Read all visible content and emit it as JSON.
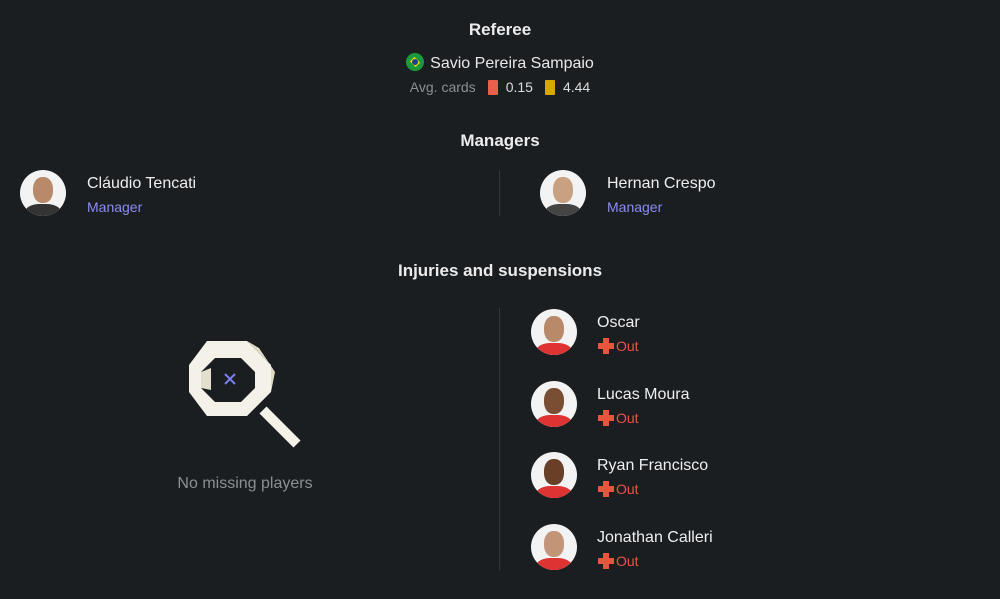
{
  "referee": {
    "title": "Referee",
    "name": "Savio Pereira Sampaio",
    "avg_label": "Avg. cards",
    "red": "0.15",
    "yellow": "4.44",
    "red_color": "#e8604c",
    "yellow_color": "#d9a800"
  },
  "managers": {
    "title": "Managers",
    "home": {
      "name": "Cláudio Tencati",
      "role": "Manager"
    },
    "away": {
      "name": "Hernan Crespo",
      "role": "Manager"
    }
  },
  "injuries": {
    "title": "Injuries and suspensions",
    "home_empty": "No missing players",
    "away": [
      {
        "name": "Oscar",
        "status": "Out"
      },
      {
        "name": "Lucas Moura",
        "status": "Out"
      },
      {
        "name": "Ryan Francisco",
        "status": "Out"
      },
      {
        "name": "Jonathan Calleri",
        "status": "Out"
      }
    ]
  }
}
